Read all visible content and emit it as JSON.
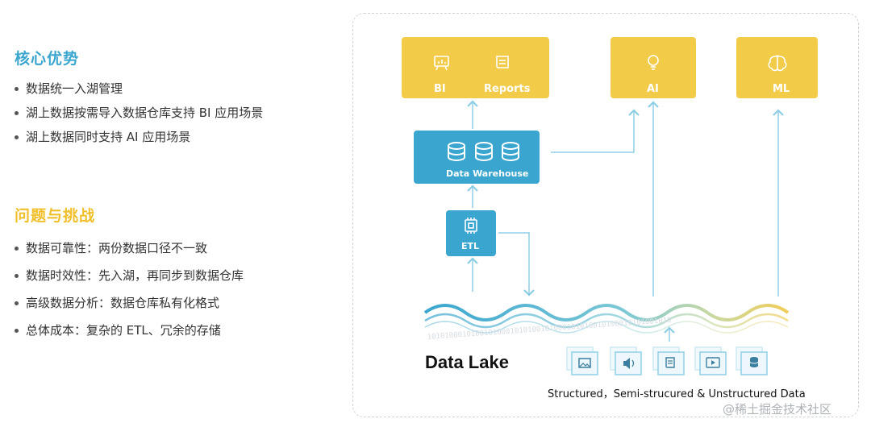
{
  "left": {
    "advantages_title": "核心优势",
    "advantages": [
      "数据统一入湖管理",
      "湖上数据按需导入数据仓库支持 BI 应用场景",
      "湖上数据同时支持 AI 应用场景"
    ],
    "challenges_title": "问题与挑战",
    "challenges": [
      "数据可靠性：两份数据口径不一致",
      "数据时效性：先入湖，再同步到数据仓库",
      "高级数据分析：数据仓库私有化格式",
      "总体成本：复杂的 ETL、冗余的存储"
    ]
  },
  "diagram": {
    "bi_label": "BI",
    "reports_label": "Reports",
    "ai_label": "AI",
    "ml_label": "ML",
    "warehouse_label": "Data Warehouse",
    "etl_label": "ETL",
    "lake_label": "Data Lake",
    "binary_text": "10101000101001010001010100101000101010010100010101001010",
    "file_types_label": "Structured，Semi-strucured & Unstructured Data",
    "icons": [
      "chart-board-icon",
      "scroll-icon",
      "lightbulb-icon",
      "brain-icon",
      "database-icon",
      "chip-icon",
      "image-file-icon",
      "audio-file-icon",
      "document-file-icon",
      "video-file-icon",
      "database-file-icon"
    ]
  },
  "colors": {
    "accent_blue": "#3aa6cf",
    "accent_yellow": "#f2cb48",
    "arrow": "#8fcfe6"
  },
  "watermark": "@稀土掘金技术社区"
}
